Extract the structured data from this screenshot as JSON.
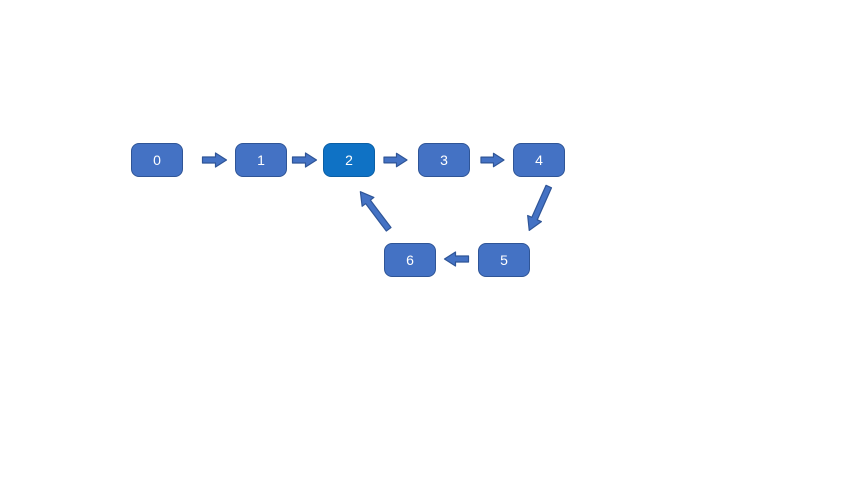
{
  "colors": {
    "background": "#FFFFFF",
    "node_fill": "#4472C4",
    "node_border": "#2F5597",
    "highlight_fill": "#0F72C5",
    "highlight_border": "#0B5FA5",
    "arrow_fill": "#4472C4",
    "arrow_border": "#2F5597",
    "label_color": "#FFFFFF"
  },
  "nodes": [
    {
      "label": "0",
      "highlighted": false
    },
    {
      "label": "1",
      "highlighted": false
    },
    {
      "label": "2",
      "highlighted": true
    },
    {
      "label": "3",
      "highlighted": false
    },
    {
      "label": "4",
      "highlighted": false
    },
    {
      "label": "5",
      "highlighted": false
    },
    {
      "label": "6",
      "highlighted": false
    }
  ],
  "edges": [
    {
      "from": "0",
      "to": "1"
    },
    {
      "from": "1",
      "to": "2"
    },
    {
      "from": "2",
      "to": "3"
    },
    {
      "from": "3",
      "to": "4"
    },
    {
      "from": "4",
      "to": "5"
    },
    {
      "from": "5",
      "to": "6"
    },
    {
      "from": "6",
      "to": "2"
    }
  ]
}
